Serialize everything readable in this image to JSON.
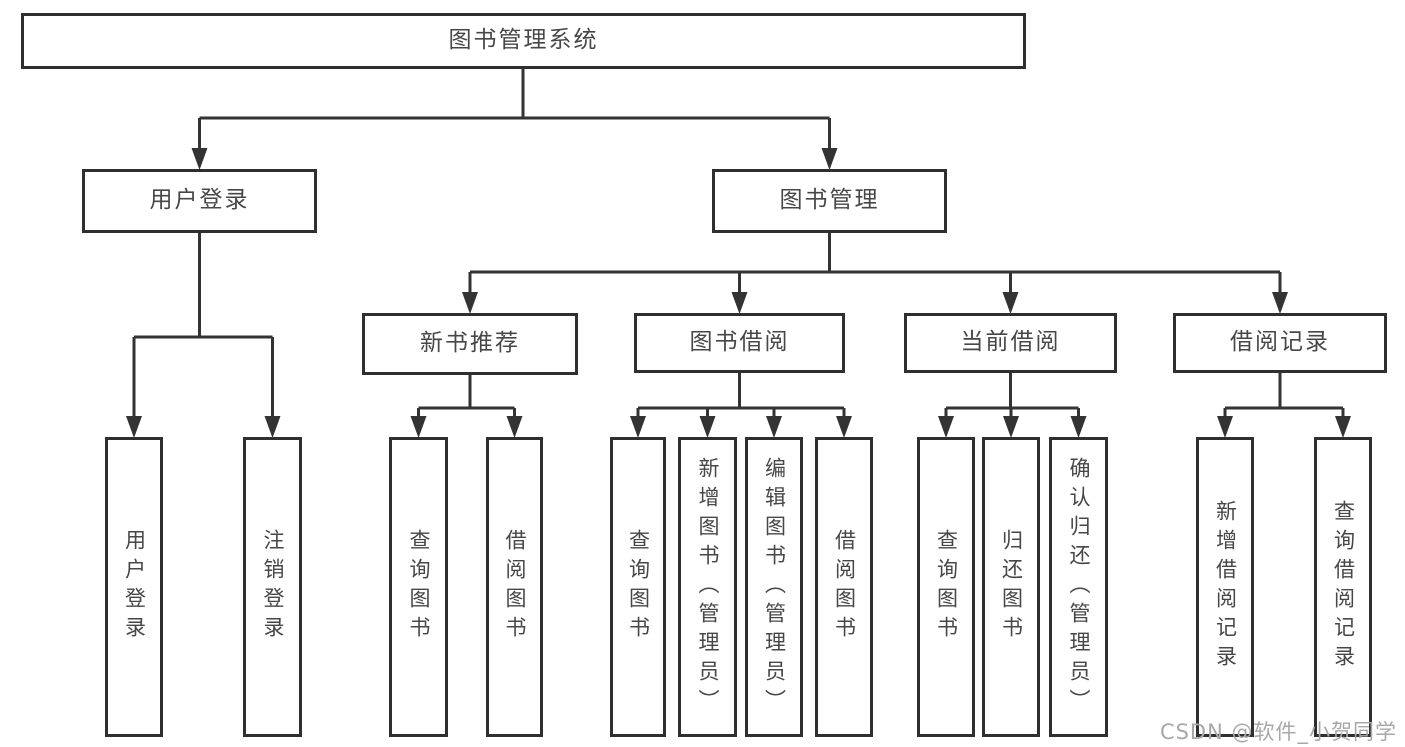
{
  "diagram": {
    "title": "图书管理系统",
    "background_color": "#ffffff",
    "line_color": "#333333",
    "box_border_color": "#2f2f2f",
    "text_color": "#474747",
    "nodes": [
      {
        "id": "root",
        "label": "图书管理系统"
      },
      {
        "id": "user-login",
        "label": "用户登录"
      },
      {
        "id": "book-mgmt",
        "label": "图书管理"
      },
      {
        "id": "new-rec",
        "label": "新书推荐"
      },
      {
        "id": "book-borrow",
        "label": "图书借阅"
      },
      {
        "id": "cur-borrow",
        "label": "当前借阅"
      },
      {
        "id": "borrow-rec",
        "label": "借阅记录"
      },
      {
        "id": "a1",
        "label": "用户登录"
      },
      {
        "id": "a2",
        "label": "注销登录"
      },
      {
        "id": "b1",
        "label": "查询图书"
      },
      {
        "id": "b2",
        "label": "借阅图书"
      },
      {
        "id": "c1",
        "label": "查询图书"
      },
      {
        "id": "c2",
        "label": "新增图书（管理员）"
      },
      {
        "id": "c3",
        "label": "编辑图书（管理员）"
      },
      {
        "id": "c4",
        "label": "借阅图书"
      },
      {
        "id": "d1",
        "label": "查询图书"
      },
      {
        "id": "d2",
        "label": "归还图书"
      },
      {
        "id": "d3",
        "label": "确认归还（管理员）"
      },
      {
        "id": "e1",
        "label": "新增借阅记录"
      },
      {
        "id": "e2",
        "label": "查询借阅记录"
      }
    ],
    "edges": [
      {
        "from": "root",
        "to": "user-login"
      },
      {
        "from": "root",
        "to": "book-mgmt"
      },
      {
        "from": "user-login",
        "to": "a1"
      },
      {
        "from": "user-login",
        "to": "a2"
      },
      {
        "from": "book-mgmt",
        "to": "new-rec"
      },
      {
        "from": "book-mgmt",
        "to": "book-borrow"
      },
      {
        "from": "book-mgmt",
        "to": "cur-borrow"
      },
      {
        "from": "book-mgmt",
        "to": "borrow-rec"
      },
      {
        "from": "new-rec",
        "to": "b1"
      },
      {
        "from": "new-rec",
        "to": "b2"
      },
      {
        "from": "book-borrow",
        "to": "c1"
      },
      {
        "from": "book-borrow",
        "to": "c2"
      },
      {
        "from": "book-borrow",
        "to": "c3"
      },
      {
        "from": "book-borrow",
        "to": "c4"
      },
      {
        "from": "cur-borrow",
        "to": "d1"
      },
      {
        "from": "cur-borrow",
        "to": "d2"
      },
      {
        "from": "cur-borrow",
        "to": "d3"
      },
      {
        "from": "borrow-rec",
        "to": "e1"
      },
      {
        "from": "borrow-rec",
        "to": "e2"
      }
    ]
  },
  "watermark": {
    "text": "CSDN @软件_小贺同学",
    "color": "#a8a8a8"
  }
}
